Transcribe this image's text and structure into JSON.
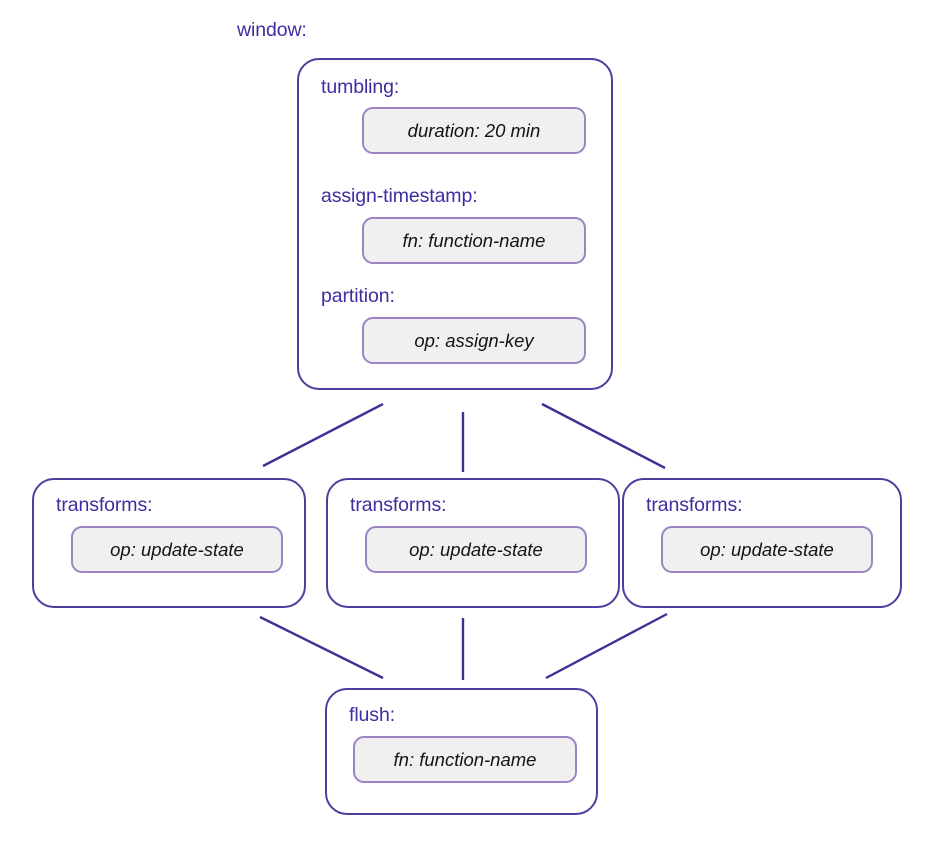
{
  "diagram": {
    "title": "window:",
    "colors": {
      "node_border": "#4b3f9e",
      "pill_border": "#9b84c4",
      "pill_fill": "#f1f0f1",
      "label_text": "#3b2fa0",
      "pill_text": "#141414",
      "edge_outer": "#3b3296",
      "edge_inner": "#3d3d3d",
      "background": "#ffffff"
    },
    "window_node": {
      "name": "window",
      "sections": [
        {
          "label": "tumbling:",
          "pill": "duration: 20 min"
        },
        {
          "label": "assign-timestamp:",
          "pill": "fn: function-name"
        },
        {
          "label": "partition:",
          "pill": "op: assign-key"
        }
      ]
    },
    "transform_nodes": [
      {
        "label": "transforms:",
        "pill": "op: update-state"
      },
      {
        "label": "transforms:",
        "pill": "op: update-state"
      },
      {
        "label": "transforms:",
        "pill": "op: update-state"
      }
    ],
    "flush_node": {
      "label": "flush:",
      "pill": "fn: function-name"
    }
  }
}
